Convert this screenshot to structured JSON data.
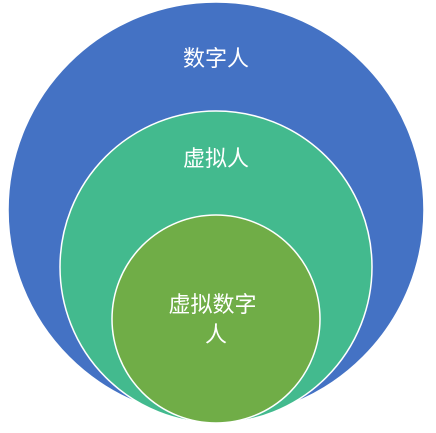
{
  "diagram": {
    "circles": [
      {
        "id": "outer",
        "label_lines": [
          "数字人"
        ],
        "fill": "#4472C4"
      },
      {
        "id": "middle",
        "label_lines": [
          "虚拟人"
        ],
        "fill": "#43BA8E"
      },
      {
        "id": "inner",
        "label_lines": [
          "虚拟数字",
          "人"
        ],
        "fill": "#70AD47"
      }
    ],
    "stroke": "#ffffff"
  }
}
